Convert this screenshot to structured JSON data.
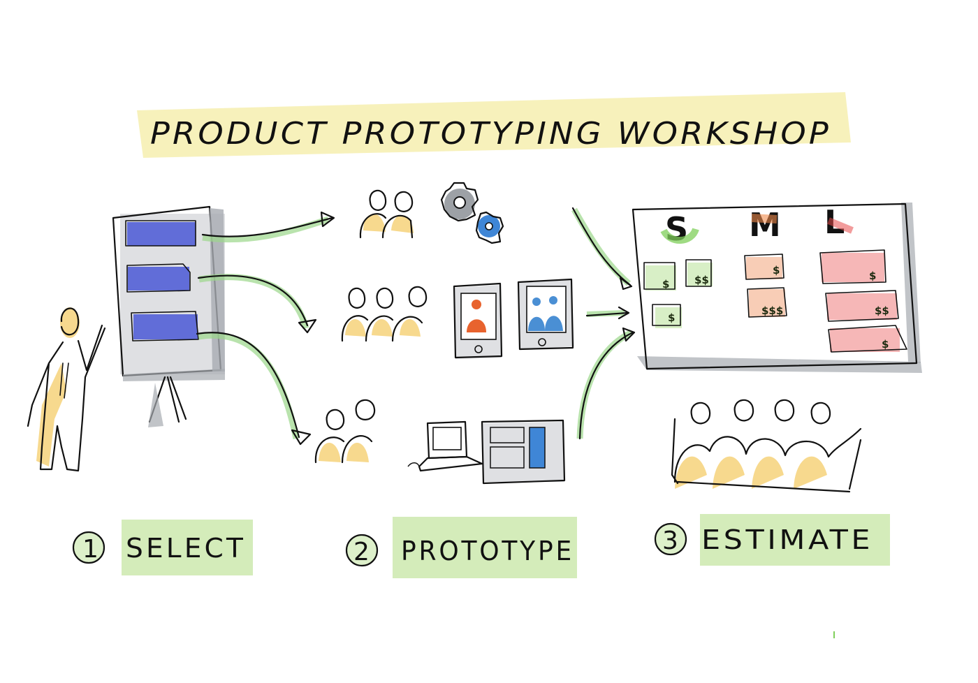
{
  "title": "PRODUCT PROTOTYPING WORKSHOP",
  "steps": [
    {
      "number": "1",
      "label": "SELECT"
    },
    {
      "number": "2",
      "label": "PROTOTYPE"
    },
    {
      "number": "3",
      "label": "ESTIMATE"
    }
  ],
  "estimate_board": {
    "columns": [
      "S",
      "M",
      "L"
    ],
    "cards": {
      "S": [
        "$",
        "$$",
        "$"
      ],
      "M": [
        "$",
        "$$$"
      ],
      "L": [
        "$",
        "$$",
        "$"
      ]
    }
  },
  "colors": {
    "highlight_yellow": "#f6efb4",
    "highlight_green": "#cfeab3",
    "backlog_blue": "#4b58d6",
    "person_yellow": "#f6d27a",
    "size_s": "#7fcf5a",
    "size_m": "#f08a4b",
    "size_l": "#e84a4a",
    "card_s": "#d8efc6",
    "card_m": "#f8cdb6",
    "card_l": "#f6b7b7",
    "arrow_green": "#9bd78a",
    "frame_gray": "#a7abb1",
    "gear_gray": "#9da1a6",
    "gear_blue": "#3f86d6",
    "user_orange": "#e8632e",
    "user_blue": "#4a8fd4"
  }
}
